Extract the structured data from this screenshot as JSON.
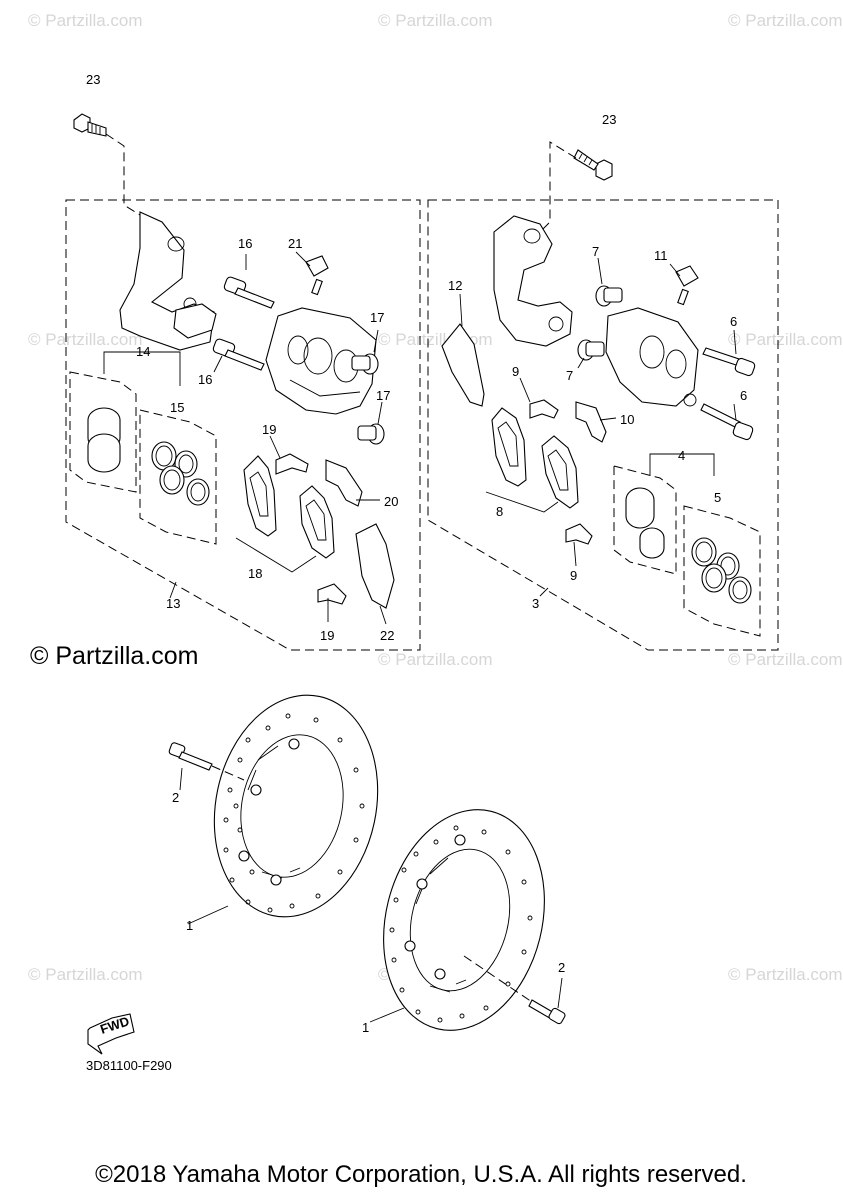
{
  "watermark": {
    "text": "© Partzilla.com"
  },
  "callouts": {
    "c1a": "1",
    "c1b": "1",
    "c2a": "2",
    "c2b": "2",
    "c3": "3",
    "c4": "4",
    "c5": "5",
    "c6a": "6",
    "c6b": "6",
    "c7a": "7",
    "c7b": "7",
    "c8": "8",
    "c9a": "9",
    "c9b": "9",
    "c10": "10",
    "c11": "11",
    "c12": "12",
    "c13": "13",
    "c14": "14",
    "c15": "15",
    "c16a": "16",
    "c16b": "16",
    "c17a": "17",
    "c17b": "17",
    "c18": "18",
    "c19a": "19",
    "c19b": "19",
    "c20": "20",
    "c21": "21",
    "c22": "22",
    "c23a": "23",
    "c23b": "23"
  },
  "fwd_label": "FWD",
  "diagram_code": "3D81100-F290",
  "copyright": "©2018 Yamaha Motor Corporation, U.S.A. All rights reserved."
}
